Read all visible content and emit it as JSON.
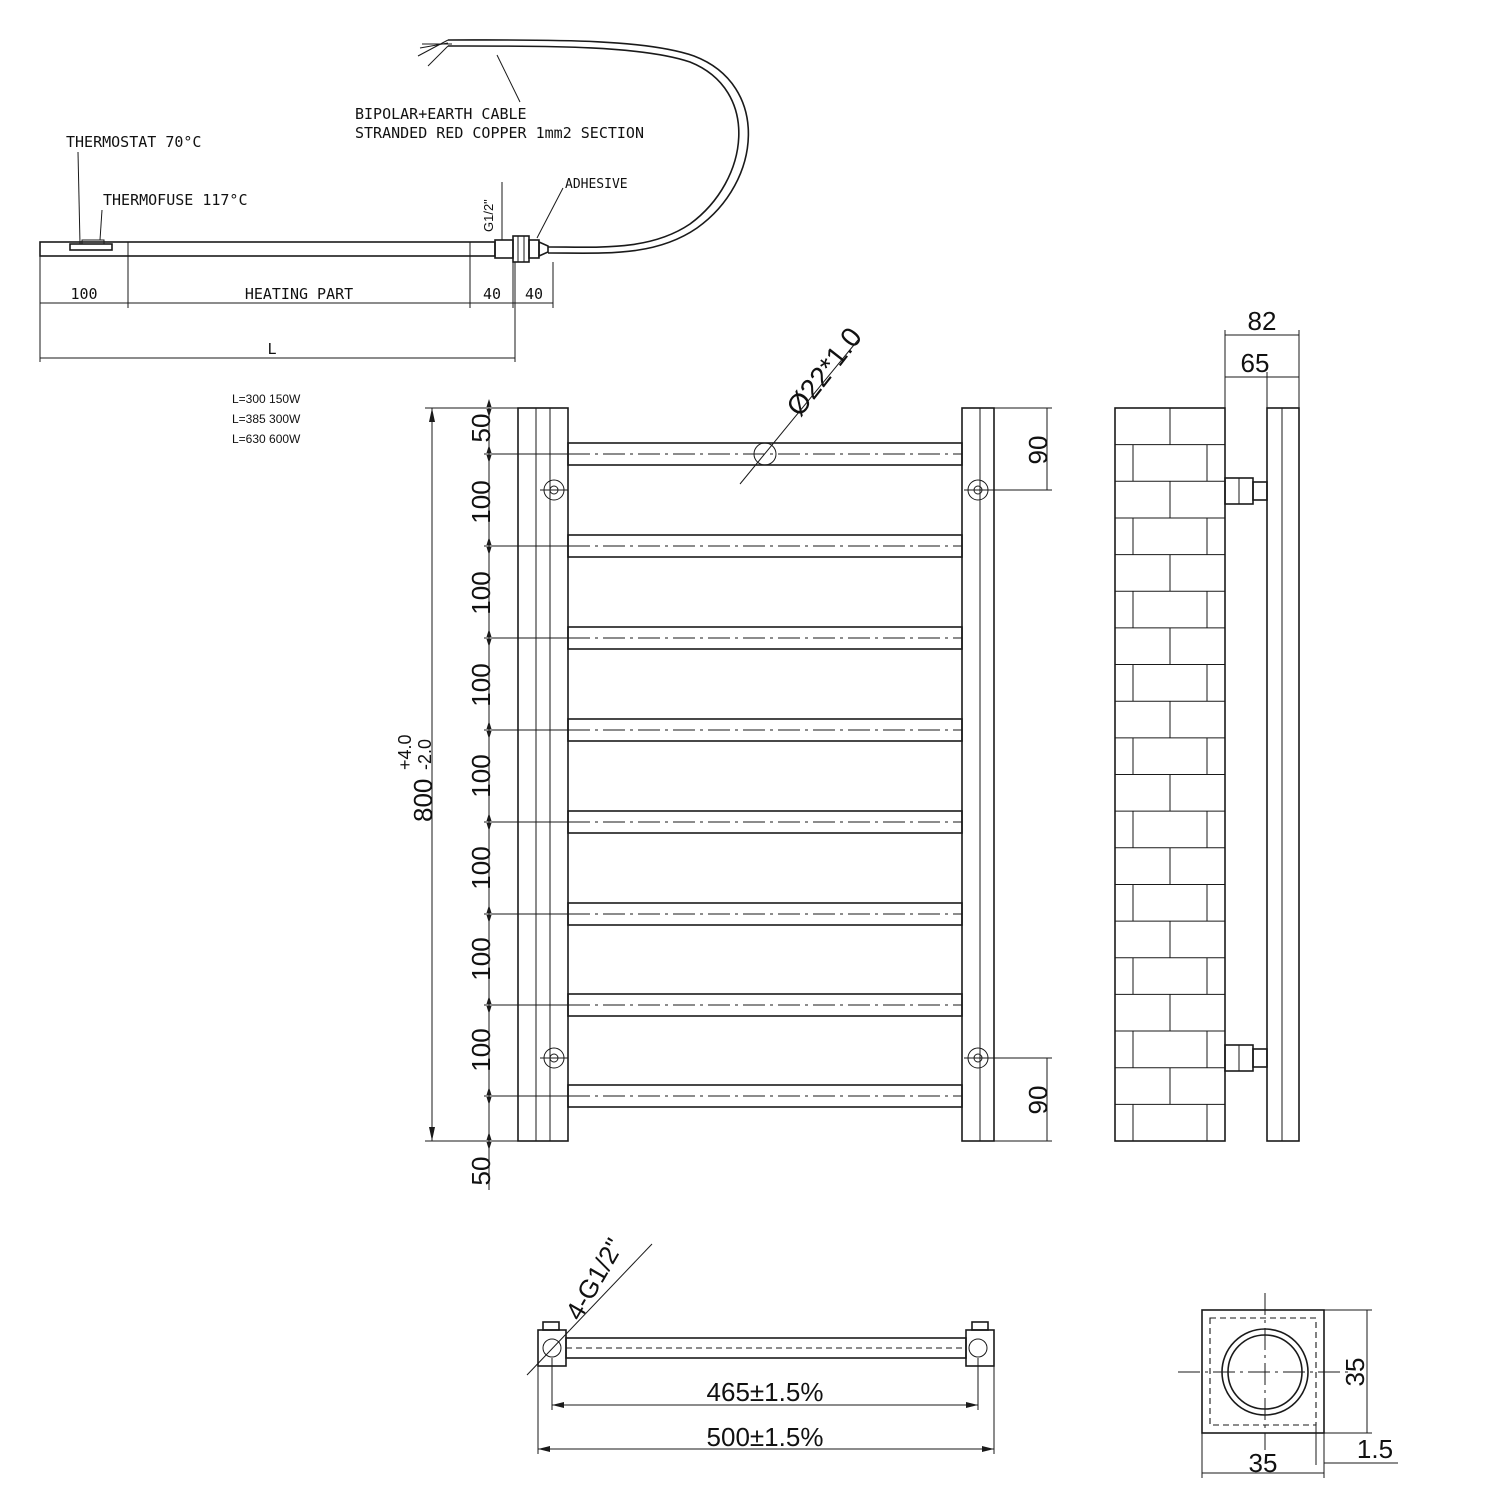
{
  "element_view": {
    "thermostat": "THERMOSTAT 70°C",
    "thermofuse": "THERMOFUSE 117°C",
    "cable_line1": "BIPOLAR+EARTH CABLE",
    "cable_line2": "STRANDED RED COPPER 1mm2 SECTION",
    "adhesive": "ADHESIVE",
    "thread": "G1/2\"",
    "dim_100": "100",
    "heating_part": "HEATING PART",
    "dim_40a": "40",
    "dim_40b": "40",
    "dim_L": "L",
    "power_table": [
      "L=300 150W",
      "L=385 300W",
      "L=630 600W"
    ]
  },
  "front_view": {
    "tube_diameter": "Ø22*1.0",
    "height": "800",
    "height_tol_upper": "+4.0",
    "height_tol_lower": "-2.0",
    "spacing_top": "50",
    "spacing_labels": [
      "100",
      "100",
      "100",
      "100",
      "100",
      "100",
      "100"
    ],
    "spacing_bottom": "50",
    "mount_top": "90",
    "mount_bottom": "90"
  },
  "side_view": {
    "depth_outer": "82",
    "depth_inner": "65"
  },
  "top_view": {
    "connections": "4-G1/2\"",
    "centres": "465±1.5%",
    "width": "500±1.5%"
  },
  "section_view": {
    "height": "35",
    "width": "35",
    "wall": "1.5"
  }
}
